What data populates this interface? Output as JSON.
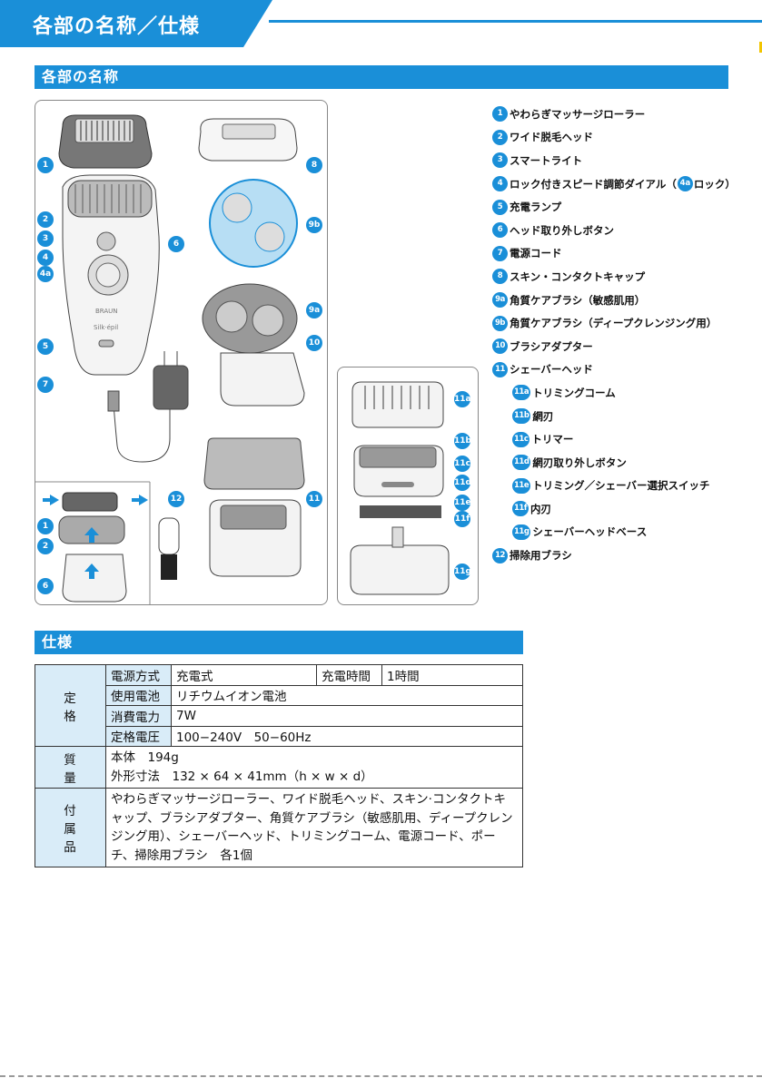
{
  "page_title": "各部の名称／仕様",
  "sections": {
    "names_title": "各部の名称",
    "spec_title": "仕様"
  },
  "colors": {
    "brand_blue": "#1a8fd8",
    "table_head": "#d9ecf8"
  },
  "device_labels": {
    "brand": "BRAUN",
    "model": "Silk·épil"
  },
  "callouts": [
    "1",
    "2",
    "3",
    "4",
    "4a",
    "5",
    "6",
    "7",
    "8",
    "9b",
    "9a",
    "10",
    "11",
    "12",
    "1",
    "2",
    "6",
    "11a",
    "11b",
    "11c",
    "11d",
    "11e",
    "11f",
    "11g"
  ],
  "parts": [
    {
      "num": "1",
      "label": "やわらぎマッサージローラー"
    },
    {
      "num": "2",
      "label": "ワイド脱毛ヘッド"
    },
    {
      "num": "3",
      "label": "スマートライト"
    },
    {
      "num": "4",
      "label": "ロック付きスピード調節ダイアル（",
      "inline_num": "4a",
      "suffix": "ロック）"
    },
    {
      "num": "5",
      "label": "充電ランプ"
    },
    {
      "num": "6",
      "label": "ヘッド取り外しボタン"
    },
    {
      "num": "7",
      "label": "電源コード"
    },
    {
      "num": "8",
      "label": "スキン・コンタクトキャップ"
    },
    {
      "num": "9a",
      "label": "角質ケアブラシ（敏感肌用）"
    },
    {
      "num": "9b",
      "label": "角質ケアブラシ（ディープクレンジング用）"
    },
    {
      "num": "10",
      "label": "ブラシアダプター"
    },
    {
      "num": "11",
      "label": "シェーバーヘッド"
    },
    {
      "num": "11a",
      "label": "トリミングコーム",
      "sub": true
    },
    {
      "num": "11b",
      "label": "網刃",
      "sub": true
    },
    {
      "num": "11c",
      "label": "トリマー",
      "sub": true
    },
    {
      "num": "11d",
      "label": "網刃取り外しボタン",
      "sub": true
    },
    {
      "num": "11e",
      "label": "トリミング／シェーバー選択スイッチ",
      "sub": true
    },
    {
      "num": "11f",
      "label": "内刃",
      "sub": true
    },
    {
      "num": "11g",
      "label": "シェーバーヘッドベース",
      "sub": true
    },
    {
      "num": "12",
      "label": "掃除用ブラシ"
    }
  ],
  "spec": {
    "rating_label": "定格",
    "power_method_label": "電源方式",
    "power_method": "充電式",
    "charge_time_label": "充電時間",
    "charge_time": "1時間",
    "battery_label": "使用電池",
    "battery": "リチウムイオン電池",
    "consumption_label": "消費電力",
    "consumption": "7W",
    "voltage_label": "定格電圧",
    "voltage": "100−240V　50−60Hz",
    "mass_label": "質量",
    "mass_line1": "本体　194g",
    "mass_line2": "外形寸法　132 × 64 × 41mm（h × w × d）",
    "accessories_label": "付属品",
    "accessories": "やわらぎマッサージローラー、ワイド脱毛ヘッド、スキン·コンタクトキャップ、ブラシアダプター、角質ケアブラシ（敏感肌用、ディープクレンジング用）、シェーバーヘッド、トリミングコーム、電源コード、ポーチ、掃除用ブラシ　各1個"
  }
}
